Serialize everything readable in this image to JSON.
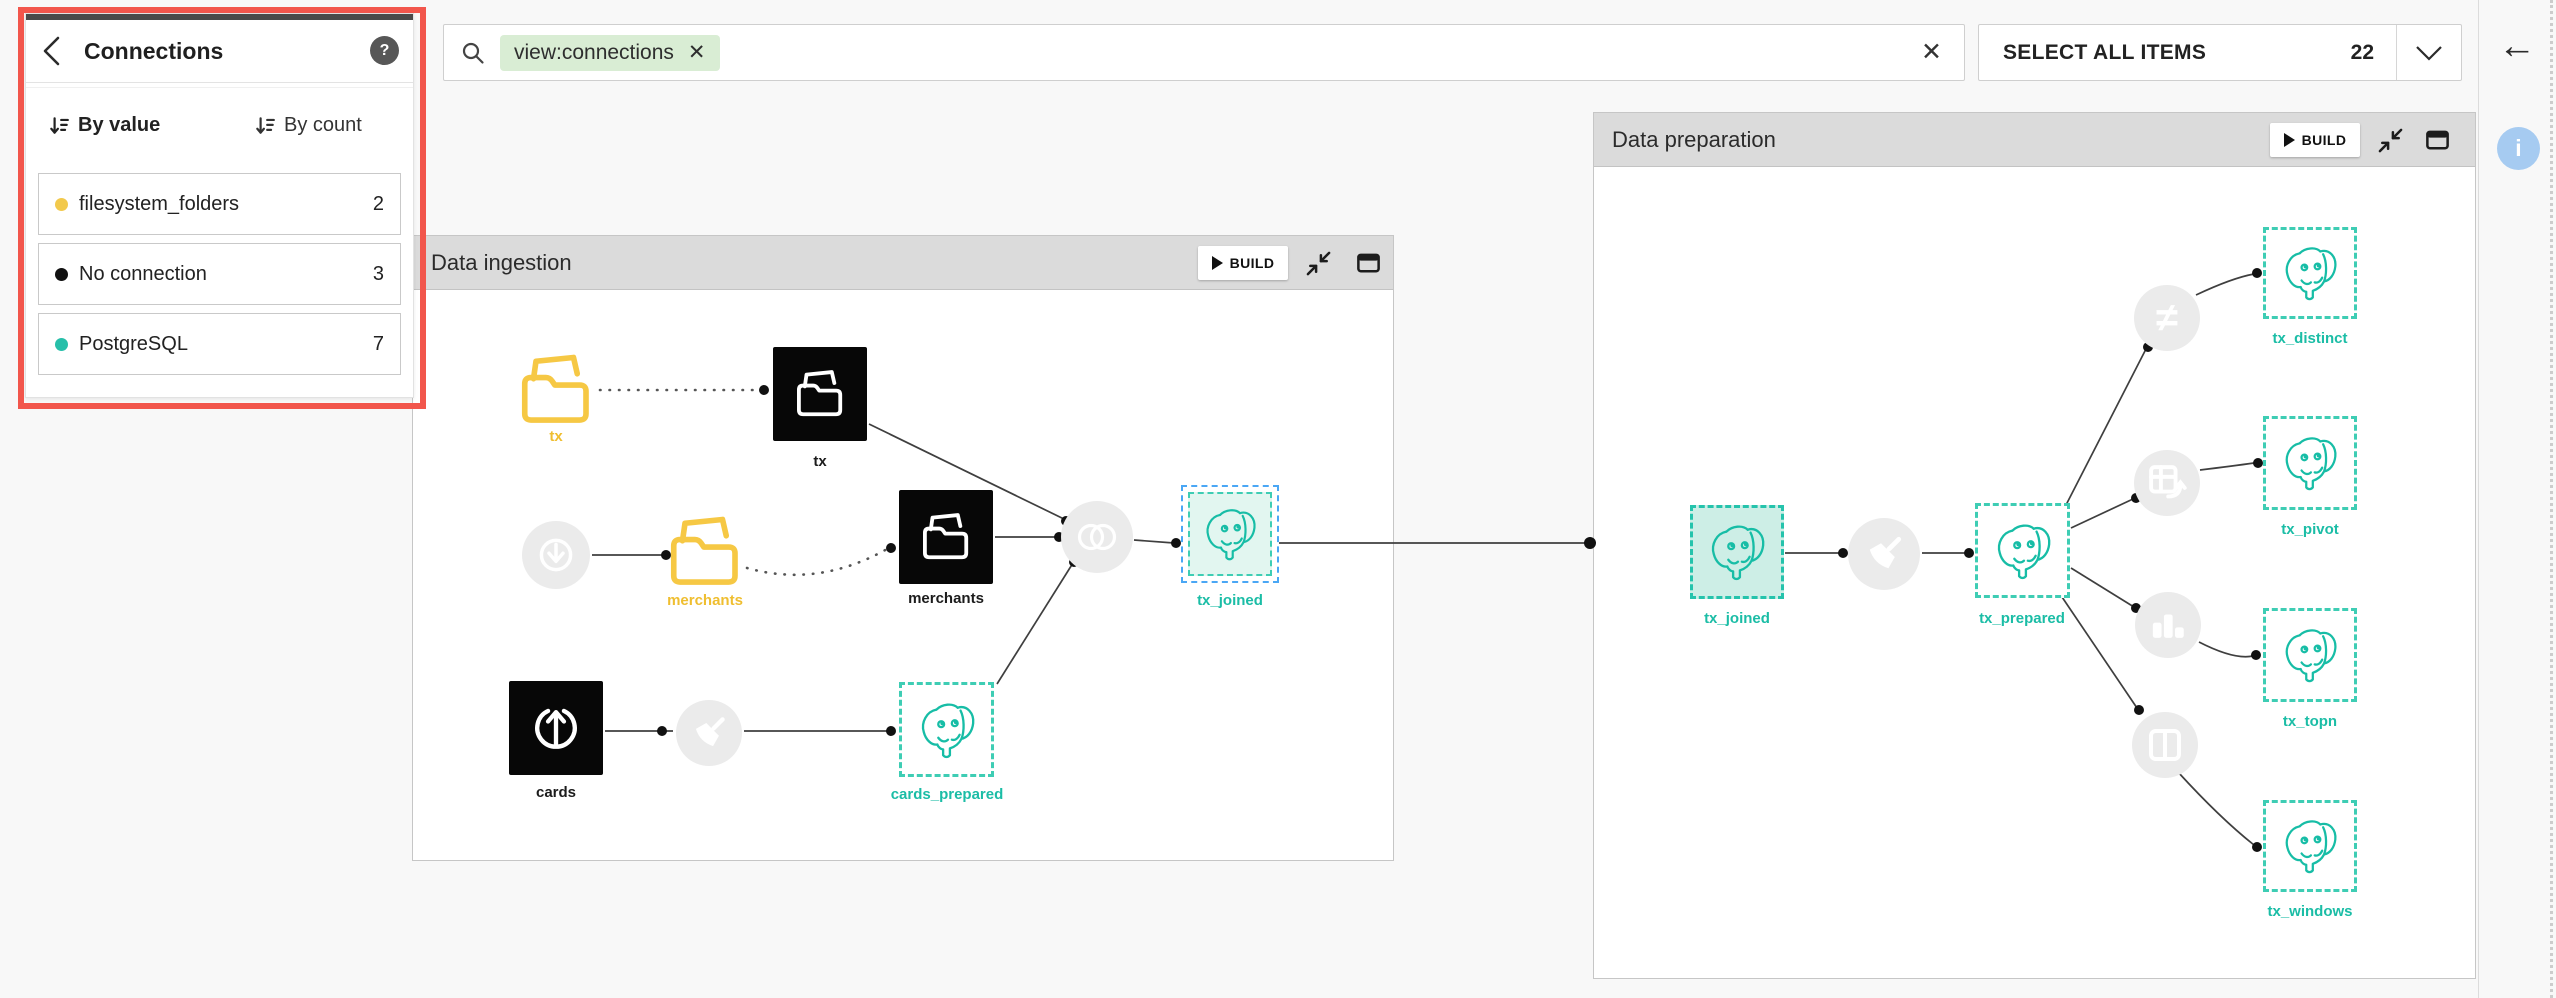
{
  "topbar": {
    "search": {
      "tag": "view:connections",
      "tag_remove": "✕",
      "clear": "✕"
    },
    "select_all": {
      "label": "SELECT ALL ITEMS",
      "count": "22"
    },
    "back_arrow": "←"
  },
  "right_rail": {
    "info": "i"
  },
  "connections_panel": {
    "title": "Connections",
    "help": "?",
    "sort_by_value": "By value",
    "sort_by_count": "By count",
    "items": [
      {
        "label": "filesystem_folders",
        "count": "2",
        "color": "#F2C94C"
      },
      {
        "label": "No connection",
        "count": "3",
        "color": "#111111"
      },
      {
        "label": "PostgreSQL",
        "count": "7",
        "color": "#27BFA9"
      }
    ]
  },
  "zones": {
    "ingestion": {
      "title": "Data ingestion",
      "build": "BUILD"
    },
    "preparation": {
      "title": "Data preparation",
      "build": "BUILD"
    }
  },
  "nodes": {
    "tx_folder": "tx",
    "tx_dataset": "tx",
    "merchants_folder": "merchants",
    "merchants_dataset": "merchants",
    "cards_dataset": "cards",
    "cards_prepared": "cards_prepared",
    "tx_joined_ingestion": "tx_joined",
    "tx_joined_preparation": "tx_joined",
    "tx_prepared": "tx_prepared",
    "tx_distinct": "tx_distinct",
    "tx_pivot": "tx_pivot",
    "tx_topn": "tx_topn",
    "tx_windows": "tx_windows"
  },
  "icons": {
    "distinct_symbol": "≠"
  },
  "colors": {
    "accent_teal": "#1bbda6",
    "accent_yellow": "#f6c844",
    "selection_blue": "#4aa7f5",
    "annotation_red": "#f2564c",
    "tag_green": "#d9edd4",
    "info_blue": "#a6cbf1"
  }
}
